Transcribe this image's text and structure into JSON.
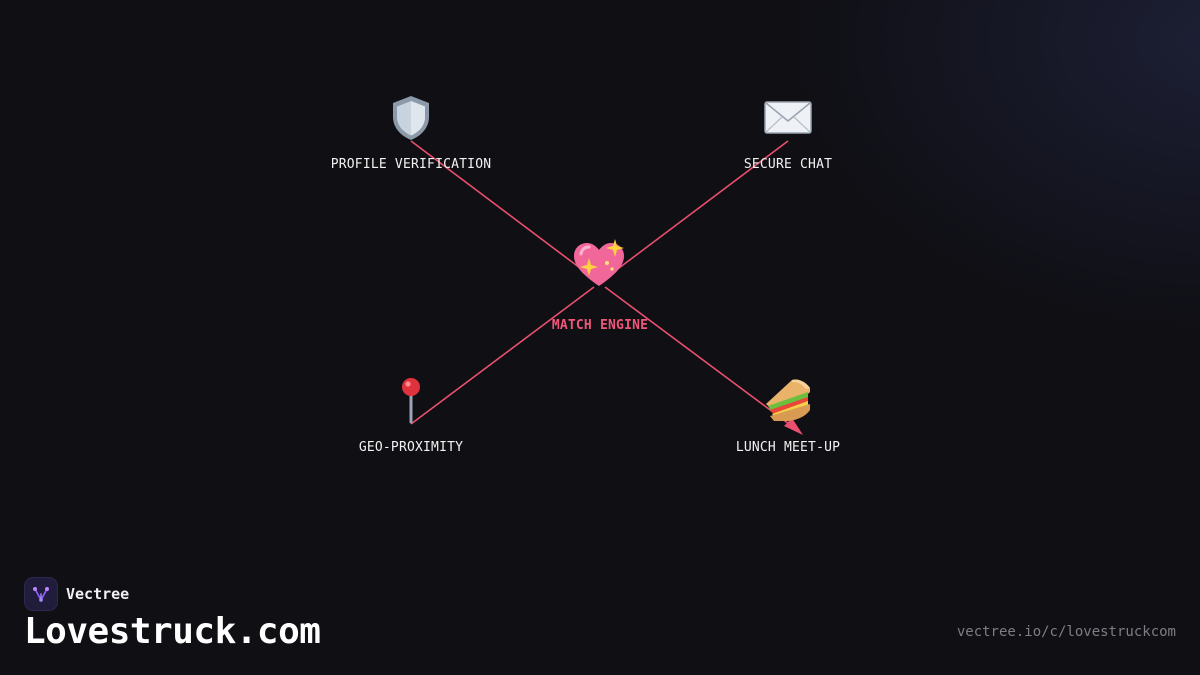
{
  "colors": {
    "background": "#0f0f14",
    "edge": "#e9506f",
    "center_label": "#f0567a",
    "label": "#f2f2f2",
    "url": "#7d7d86"
  },
  "diagram": {
    "center": {
      "label": "MATCH ENGINE",
      "icon": "sparkling-heart-icon"
    },
    "nodes": [
      {
        "id": "profile",
        "label": "PROFILE VERIFICATION",
        "icon": "shield-icon"
      },
      {
        "id": "chat",
        "label": "SECURE CHAT",
        "icon": "envelope-icon"
      },
      {
        "id": "geo",
        "label": "GEO-PROXIMITY",
        "icon": "location-pin-icon"
      },
      {
        "id": "lunch",
        "label": "LUNCH MEET-UP",
        "icon": "sandwich-icon"
      }
    ],
    "edges": [
      {
        "from": "profile",
        "to": "center"
      },
      {
        "from": "chat",
        "to": "center"
      },
      {
        "from": "geo",
        "to": "center"
      },
      {
        "from": "center",
        "to": "lunch",
        "arrow": true
      }
    ]
  },
  "footer": {
    "brand_name": "Vectree",
    "brand_icon": "vectree-logo-icon",
    "title": "Lovestruck.com",
    "url": "vectree.io/c/lovestruckcom"
  }
}
